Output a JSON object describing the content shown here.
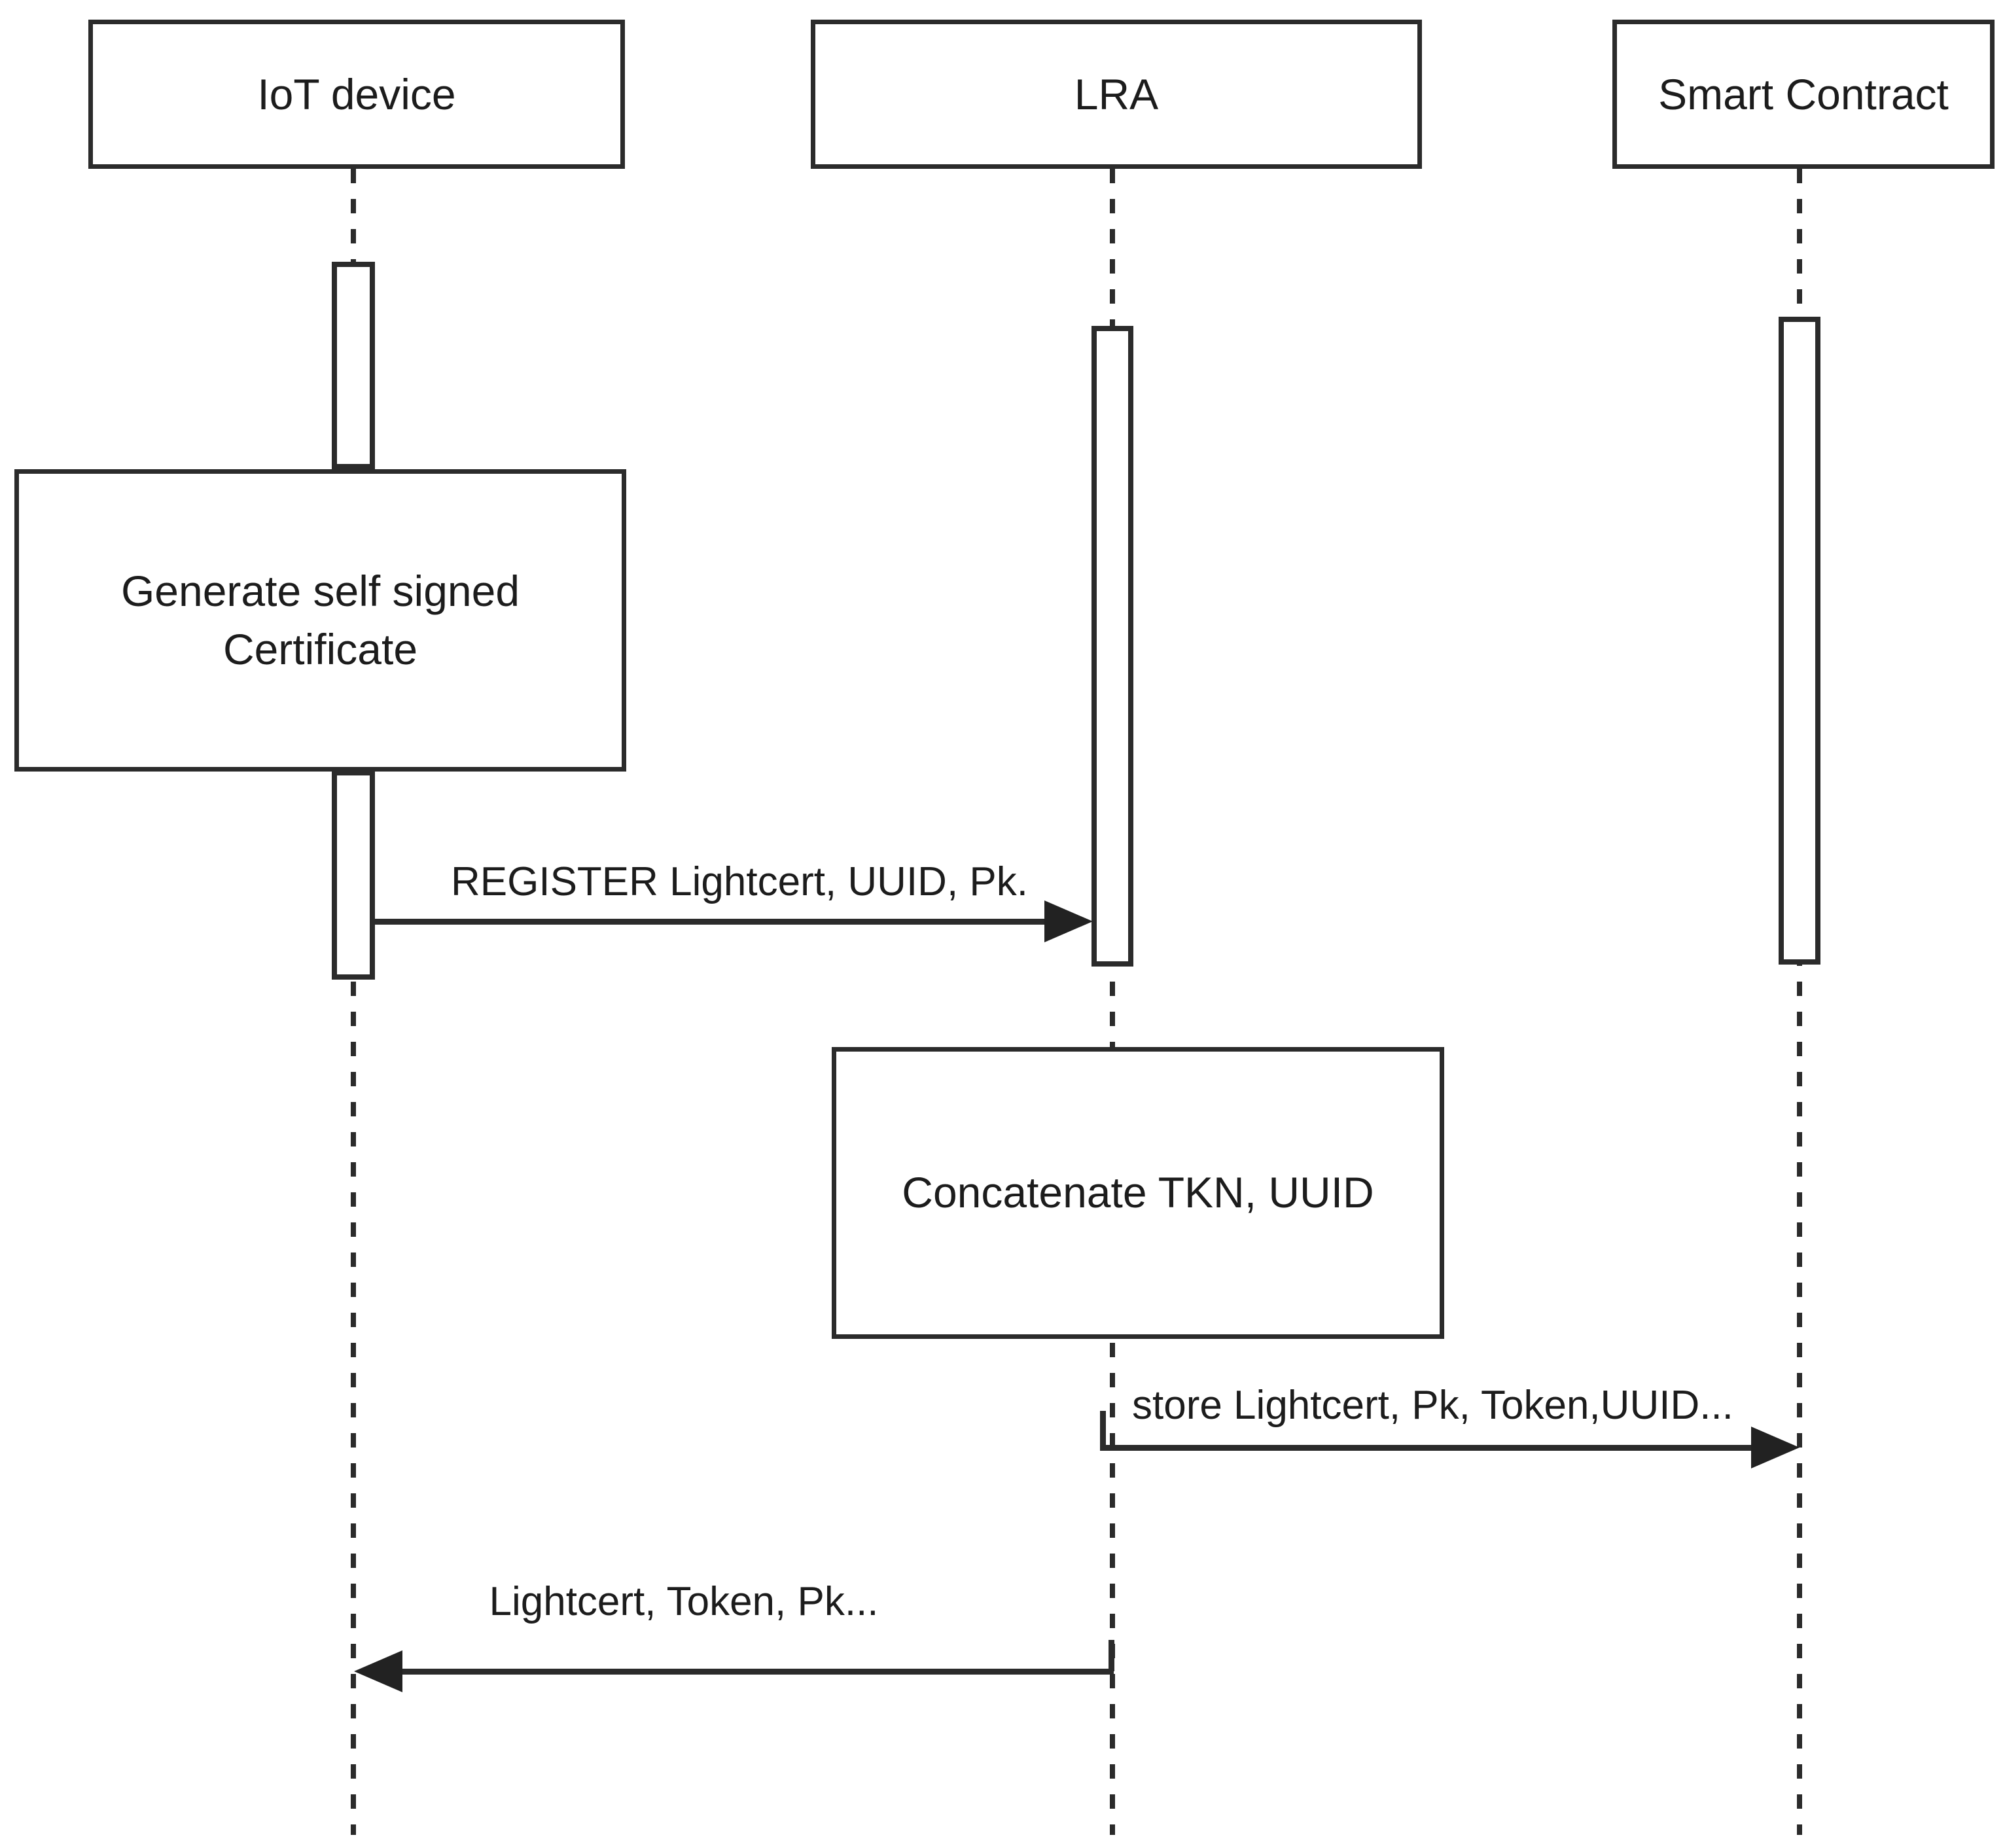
{
  "diagram": {
    "type": "sequence-diagram",
    "background_color": "#ffffff",
    "line_color": "#2b2b2b",
    "text_color": "#1c1c1c",
    "actors": [
      {
        "label": "IoT device"
      },
      {
        "label": "LRA"
      },
      {
        "label": "Smart Contract"
      }
    ],
    "actions": [
      {
        "actor": "IoT device",
        "label": "Generate self signed\nCertificate"
      },
      {
        "actor": "LRA",
        "label": "Concatenate TKN, UUID"
      }
    ],
    "messages": [
      {
        "from": "IoT device",
        "to": "LRA",
        "direction": "right",
        "label": "REGISTER Lightcert, UUID, Pk."
      },
      {
        "from": "LRA",
        "to": "Smart Contract",
        "direction": "right",
        "label": "store Lightcert, Pk, Token,UUID..."
      },
      {
        "from": "LRA",
        "to": "IoT device",
        "direction": "left",
        "label": "Lightcert, Token, Pk..."
      }
    ]
  }
}
